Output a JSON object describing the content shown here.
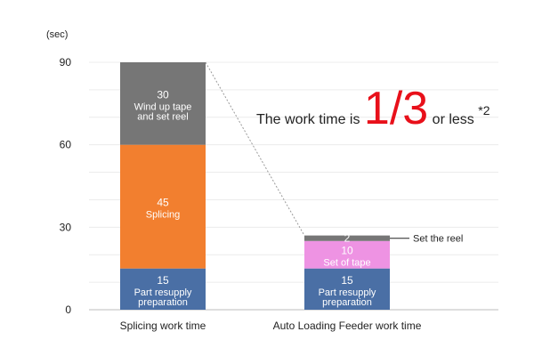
{
  "chart_data": {
    "type": "bar",
    "stacked": true,
    "unit_label": "(sec)",
    "ylim": [
      0,
      90
    ],
    "yticks": [
      "0",
      "30",
      "60",
      "90"
    ],
    "grid": true,
    "categories": [
      "Splicing work time",
      "Auto Loading Feeder work time"
    ],
    "bars": [
      {
        "category": "Splicing work time",
        "segments": [
          {
            "value": 15,
            "value_text": "15",
            "label": "Part resupply preparation",
            "color": "#4a6fa5"
          },
          {
            "value": 45,
            "value_text": "45",
            "label": "Splicing",
            "color": "#f27f2f"
          },
          {
            "value": 30,
            "value_text": "30",
            "label": "Wind up tape and set reel",
            "color": "#767676"
          }
        ]
      },
      {
        "category": "Auto Loading Feeder work time",
        "segments": [
          {
            "value": 15,
            "value_text": "15",
            "label": "Part resupply preparation",
            "color": "#4a6fa5"
          },
          {
            "value": 10,
            "value_text": "10",
            "label": "Set of tape",
            "color": "#ee93e3"
          },
          {
            "value": 2,
            "value_text": "2",
            "label": "Set the reel",
            "label_outside": true,
            "color": "#767676"
          }
        ]
      }
    ],
    "annotation": {
      "text_before": "The work time is",
      "big": "1/3",
      "text_after": "or less",
      "note": "*2",
      "big_color": "#e8101a"
    }
  }
}
